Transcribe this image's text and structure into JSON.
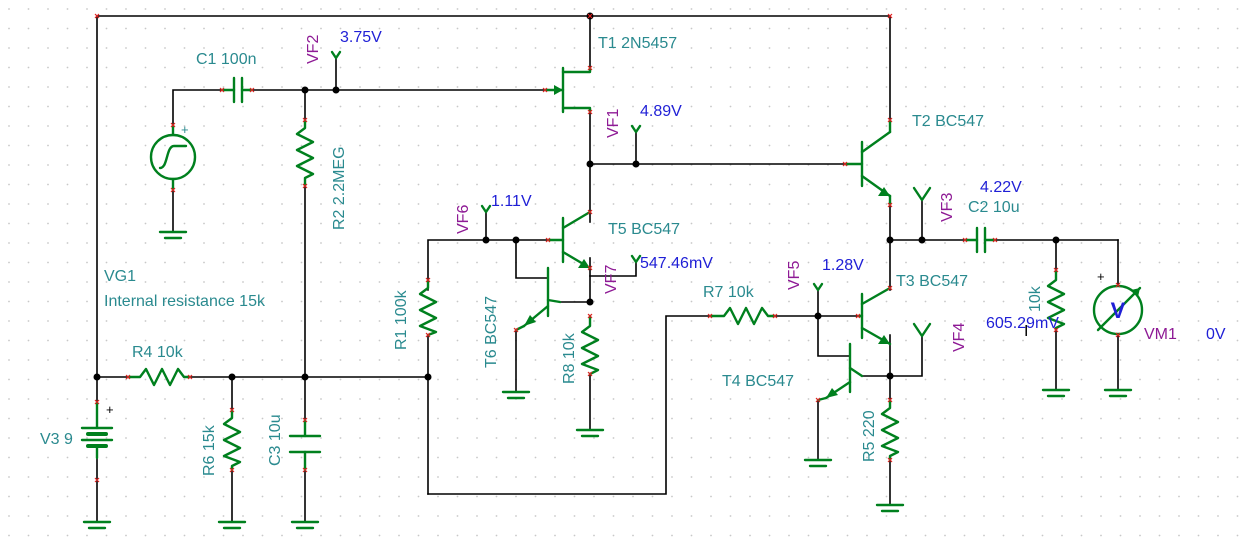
{
  "colors": {
    "wire": "#000000",
    "component": "#00801e",
    "component_label": "#2a8a8f",
    "probe_label": "#8e1a95",
    "probe_value": "#1f1fd6",
    "pin_marker": "#e02020",
    "grid_dot": "#c8c8c8",
    "background": "#ffffff"
  },
  "components": {
    "c1": "C1 100n",
    "c2": "C2 10u",
    "c3": "C3 10u",
    "r1": "R1 100k",
    "r2": "R2 2.2MEG",
    "r4": "R4 10k",
    "r5": "R5 220",
    "r6": "R6 15k",
    "r7": "R7 10k",
    "r8": "R8 10k",
    "rload": "10k",
    "t1": "T1 2N5457",
    "t2": "T2 BC547",
    "t3": "T3 BC547",
    "t4": "T4 BC547",
    "t5": "T5 BC547",
    "t6": "T6 BC547",
    "v3": "V3 9",
    "vg1": "VG1",
    "vg1_note": "Internal resistance 15k",
    "vm1": "VM1",
    "vm1_symbol": "V",
    "vm1_reading": "0V",
    "plus": "+"
  },
  "probes": [
    {
      "name": "VF1",
      "value": "4.89V"
    },
    {
      "name": "VF2",
      "value": "3.75V"
    },
    {
      "name": "VF3",
      "value": "4.22V"
    },
    {
      "name": "VF4",
      "value": ""
    },
    {
      "name": "VF5",
      "value": "1.28V"
    },
    {
      "name": "VF6",
      "value": "1.11V"
    },
    {
      "name": "VF7",
      "value": "547.46mV"
    }
  ],
  "annotations": {
    "load_current_reading": "605.29mV",
    "load_prefix": "I"
  }
}
